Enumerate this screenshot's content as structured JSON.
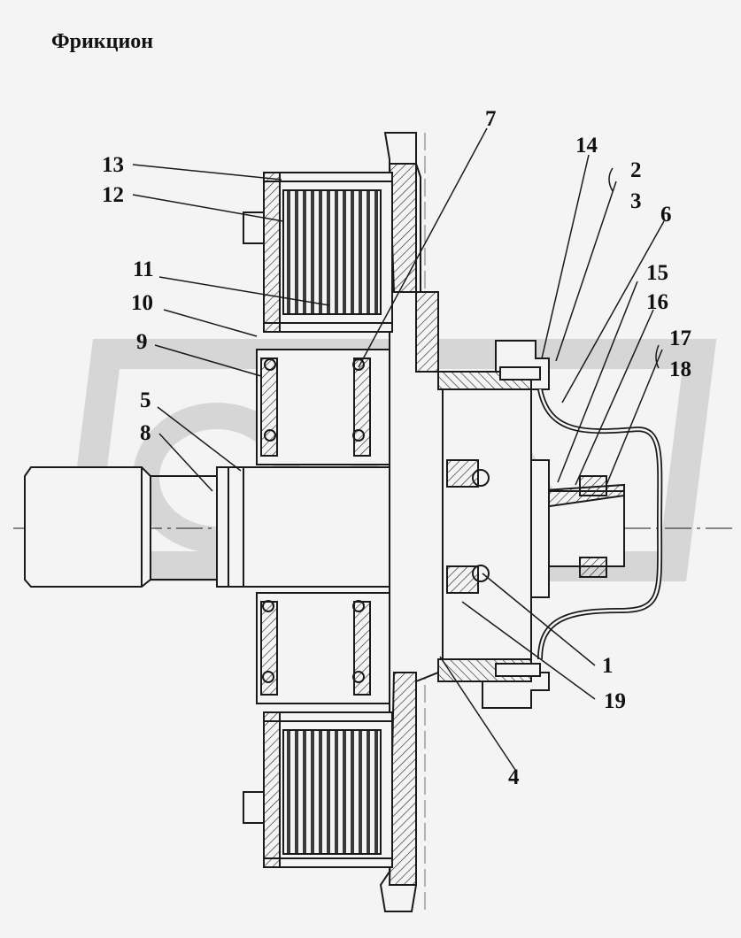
{
  "title": "Фрикцион",
  "colors": {
    "ink": "#1a1a1a",
    "paper": "#f4f4f4",
    "hatch": "#2a2a2a",
    "watermark": "#d9d9d9"
  },
  "callouts": [
    {
      "id": "13",
      "label": "13"
    },
    {
      "id": "12",
      "label": "12"
    },
    {
      "id": "11",
      "label": "11"
    },
    {
      "id": "10",
      "label": "10"
    },
    {
      "id": "9",
      "label": "9"
    },
    {
      "id": "5",
      "label": "5"
    },
    {
      "id": "8",
      "label": "8"
    },
    {
      "id": "7",
      "label": "7"
    },
    {
      "id": "14",
      "label": "14"
    },
    {
      "id": "2",
      "label": "2"
    },
    {
      "id": "3",
      "label": "3"
    },
    {
      "id": "6",
      "label": "6"
    },
    {
      "id": "15",
      "label": "15"
    },
    {
      "id": "16",
      "label": "16"
    },
    {
      "id": "17",
      "label": "17"
    },
    {
      "id": "18",
      "label": "18"
    },
    {
      "id": "1",
      "label": "1"
    },
    {
      "id": "19",
      "label": "19"
    },
    {
      "id": "4",
      "label": "4"
    }
  ]
}
